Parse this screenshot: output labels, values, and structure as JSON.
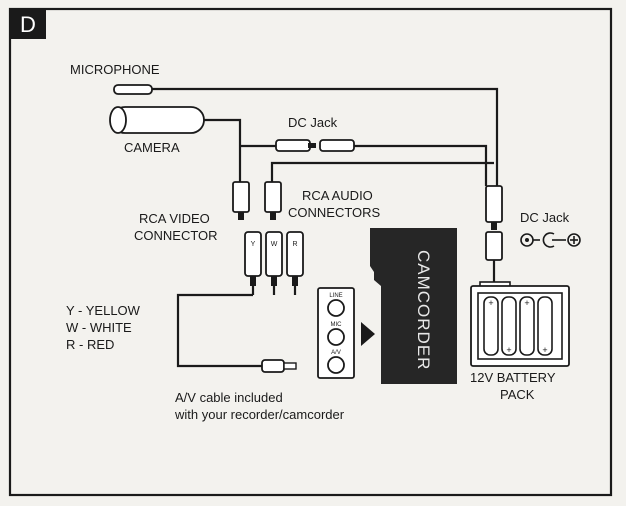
{
  "panel_letter": "D",
  "labels": {
    "microphone": "MICROPHONE",
    "camera": "CAMERA",
    "dc_jack_top": "DC Jack",
    "rca_audio_1": "RCA AUDIO",
    "rca_audio_2": "CONNECTORS",
    "rca_video_1": "RCA VIDEO",
    "rca_video_2": "CONNECTOR",
    "dc_jack_right": "DC Jack",
    "legend_y": "Y - YELLOW",
    "legend_w": "W - WHITE",
    "legend_r": "R - RED",
    "camcorder": "CAMCORDER",
    "battery_1": "12V BATTERY",
    "battery_2": "PACK",
    "cable_1": "A/V cable included",
    "cable_2": "with your recorder/camcorder",
    "jack_line": "LINE",
    "jack_mic": "MIC",
    "jack_av": "A/V",
    "plug_y": "Y",
    "plug_w": "W",
    "plug_r": "R"
  },
  "colors": {
    "ink": "#1a1a1a",
    "paper": "#f3f2ee",
    "camcorder_body": "#262626"
  }
}
